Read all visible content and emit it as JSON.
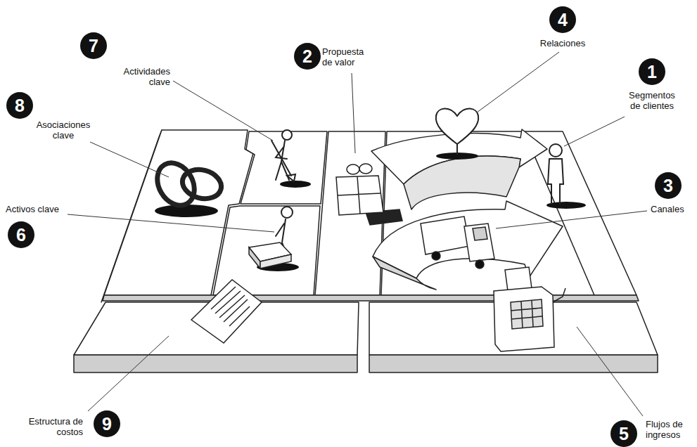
{
  "diagram": {
    "labels": [
      "7",
      "Actividades clave",
      "2",
      "Propuesta de valor",
      "4",
      "Relaciones",
      "1",
      "Segmentos de clientes",
      "8",
      "Asociaciones clave",
      "3",
      "Canales",
      "Activos clave",
      "6",
      "Estructura de costos",
      "9",
      "5",
      "Flujos de ingresos"
    ]
  }
}
